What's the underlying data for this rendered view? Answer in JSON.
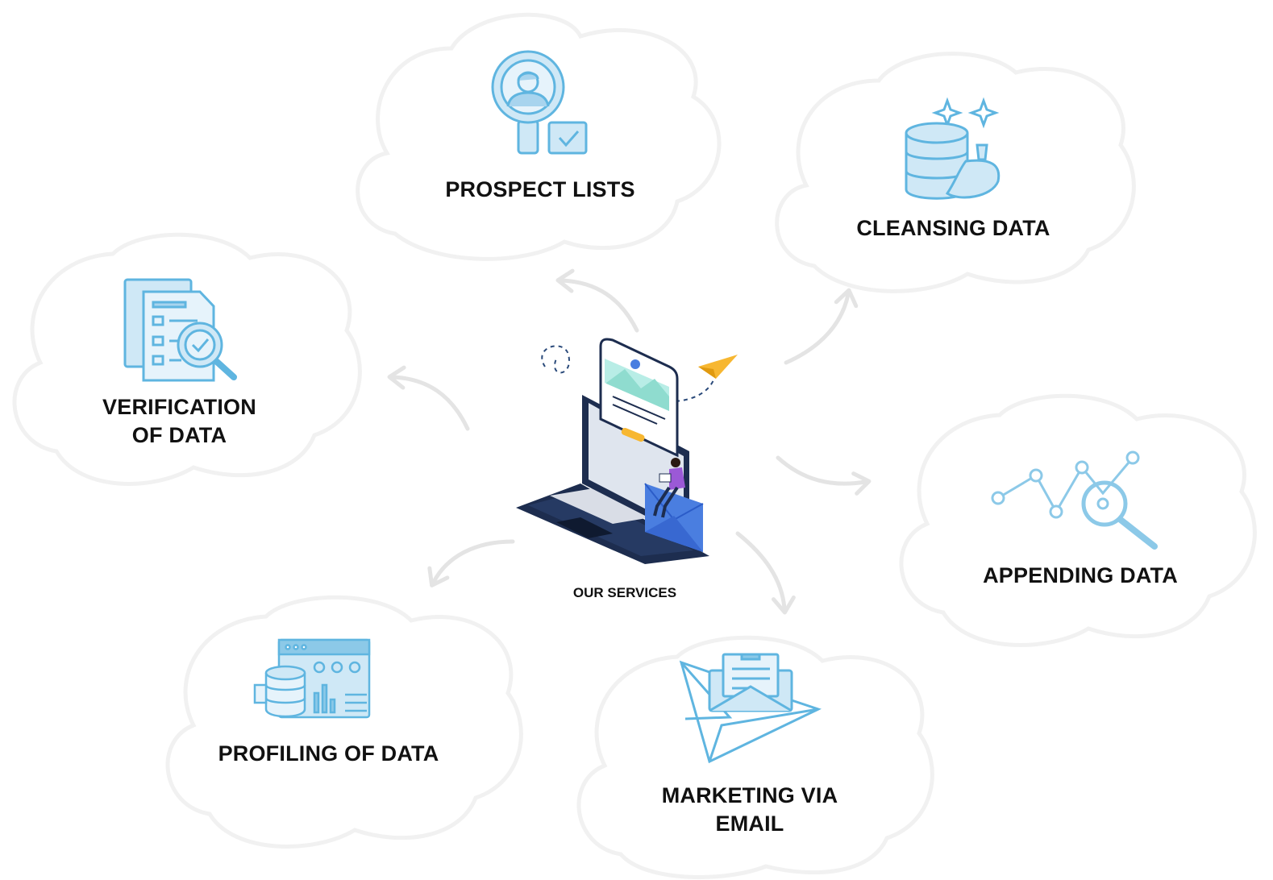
{
  "center": {
    "label": "OUR SERVICES",
    "icon": "laptop-email-illustration-icon"
  },
  "services": [
    {
      "id": "prospect-lists",
      "label": "PROSPECT LISTS",
      "icon": "person-magnifier-checkbox-icon"
    },
    {
      "id": "cleansing-data",
      "label": "CLEANSING DATA",
      "icon": "database-broom-sparkles-icon"
    },
    {
      "id": "verification-of-data",
      "lines": [
        "VERIFICATION",
        "OF DATA"
      ],
      "icon": "document-checklist-magnifier-icon"
    },
    {
      "id": "appending-data",
      "label": "APPENDING DATA",
      "icon": "line-graph-magnifier-icon"
    },
    {
      "id": "profiling-of-data",
      "label": "PROFILING OF DATA",
      "icon": "dashboard-database-gear-icon"
    },
    {
      "id": "marketing-via-email",
      "lines": [
        "MARKETING VIA",
        "EMAIL"
      ],
      "icon": "envelope-paper-plane-icon"
    }
  ],
  "colors": {
    "icon_stroke": "#5fb5e0",
    "icon_fill": "#cfe8f6",
    "cloud_stroke": "#f1f1f1",
    "arrow": "#e4e4e4",
    "text": "#111111",
    "laptop": "#1d2d4f",
    "accent_yellow": "#f7b731"
  }
}
